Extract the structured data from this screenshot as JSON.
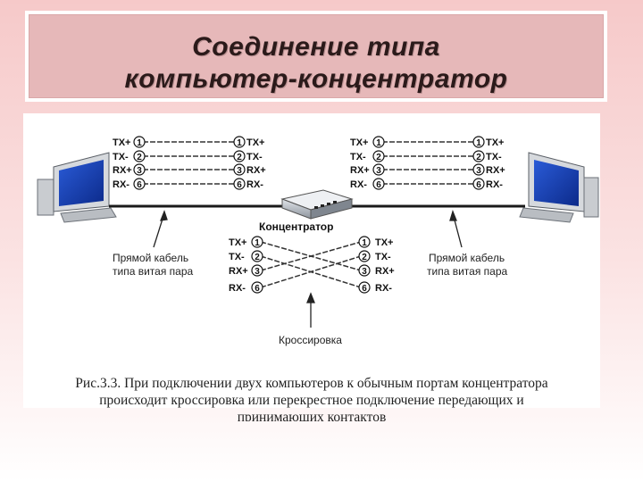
{
  "title": {
    "line1": "Соединение типа",
    "line2": "компьютер-концентратор"
  },
  "pins": {
    "tx_plus": "TX+",
    "tx_minus": "TX-",
    "rx_plus": "RX+",
    "rx_minus": "RX-",
    "n1": "1",
    "n2": "2",
    "n3": "3",
    "n6": "6"
  },
  "hub_label": "Концентратор",
  "left_cable": {
    "line1": "Прямой кабель",
    "line2": "типа витая пара"
  },
  "right_cable": {
    "line1": "Прямой кабель",
    "line2": "типа витая пара"
  },
  "crossover_label": "Кроссировка",
  "caption": {
    "line1": "Рис.3.3. При подключении двух компьютеров к обычным портам концентратора",
    "line2": "происходит кроссировка или перекрестное подключение передающих и",
    "line3": "принимающих контактов"
  },
  "icons": [
    "computer-icon",
    "hub-icon"
  ]
}
